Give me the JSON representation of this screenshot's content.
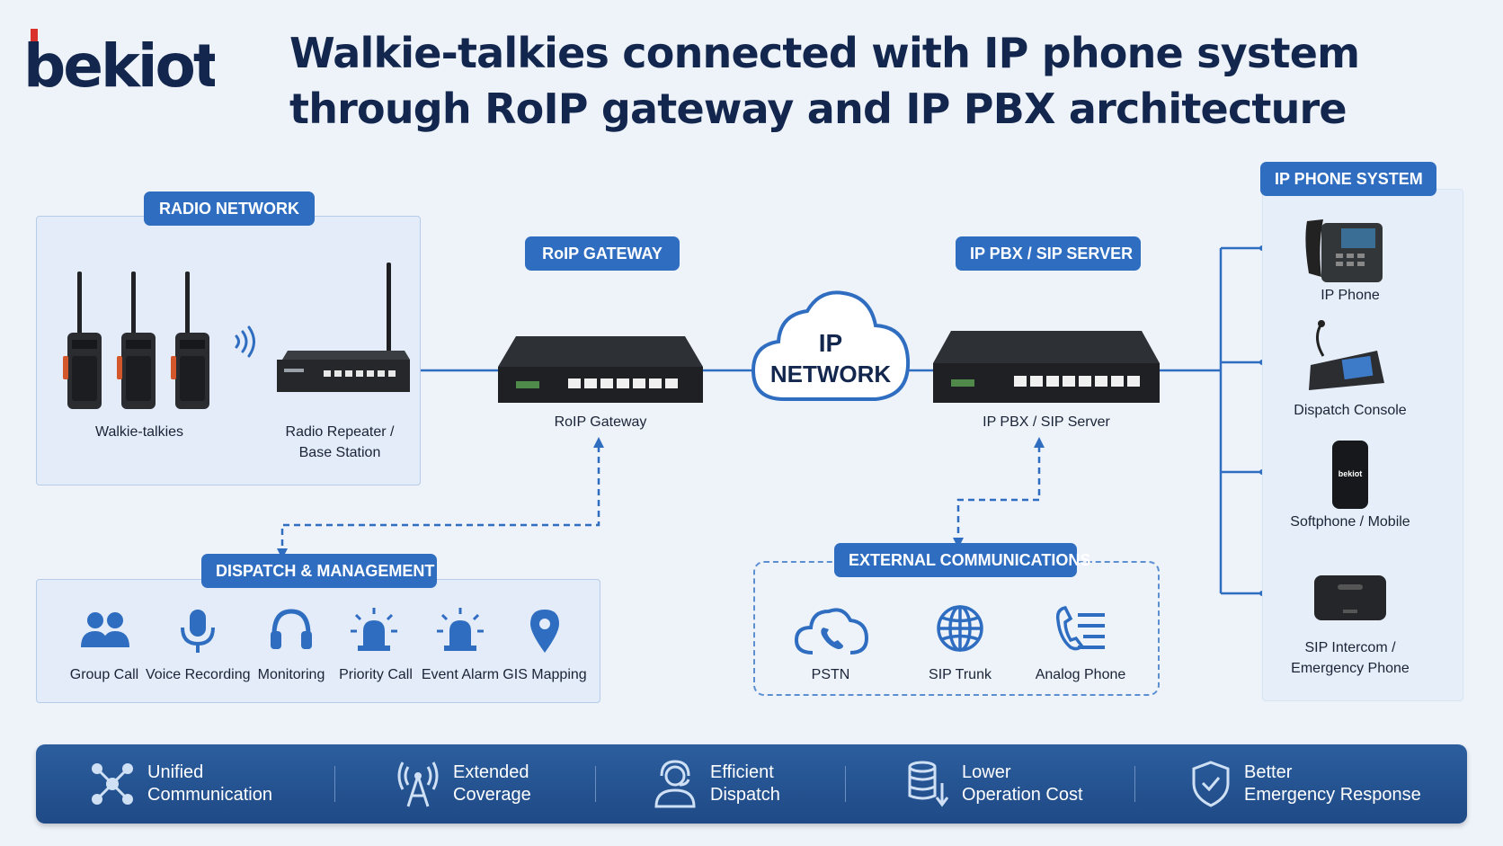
{
  "logo": {
    "text": "bekiot"
  },
  "title": {
    "line1": "Walkie-talkies connected with IP phone system",
    "line2": "through RoIP gateway and IP PBX architecture"
  },
  "sections": {
    "radio_network": "RADIO NETWORK",
    "roip_gateway": "RoIP GATEWAY",
    "ip_pbx": "IP PBX / SIP SERVER",
    "ip_phone_system": "IP PHONE SYSTEM",
    "dispatch_management": "DISPATCH & MANAGEMENT",
    "external_communications": "EXTERNAL COMMUNICATIONS"
  },
  "devices": {
    "walkie_talkies": "Walkie-talkies",
    "repeater_line1": "Radio Repeater /",
    "repeater_line2": "Base Station",
    "roip_gateway": "RoIP Gateway",
    "cloud_line1": "IP",
    "cloud_line2": "NETWORK",
    "ip_pbx": "IP PBX / SIP Server"
  },
  "phone_system": {
    "ip_phone": "IP Phone",
    "dispatch_console": "Dispatch Console",
    "softphone": "Softphone / Mobile",
    "softphone_brand": "bekiot",
    "intercom_line1": "SIP Intercom /",
    "intercom_line2": "Emergency Phone"
  },
  "dispatch_features": [
    {
      "icon": "group-call-icon",
      "label": "Group Call"
    },
    {
      "icon": "microphone-icon",
      "label": "Voice Recording"
    },
    {
      "icon": "headset-icon",
      "label": "Monitoring"
    },
    {
      "icon": "siren-icon",
      "label": "Priority Call"
    },
    {
      "icon": "alarm-icon",
      "label": "Event Alarm"
    },
    {
      "icon": "map-pin-icon",
      "label": "GIS Mapping"
    }
  ],
  "external": [
    {
      "icon": "cloud-phone-icon",
      "label": "PSTN"
    },
    {
      "icon": "globe-icon",
      "label": "SIP Trunk"
    },
    {
      "icon": "analog-phone-icon",
      "label": "Analog Phone"
    }
  ],
  "benefits": [
    {
      "icon": "network-nodes-icon",
      "line1": "Unified",
      "line2": "Communication"
    },
    {
      "icon": "antenna-tower-icon",
      "line1": "Extended",
      "line2": "Coverage"
    },
    {
      "icon": "operator-icon",
      "line1": "Efficient",
      "line2": "Dispatch"
    },
    {
      "icon": "coins-down-icon",
      "line1": "Lower",
      "line2": "Operation Cost"
    },
    {
      "icon": "shield-check-icon",
      "line1": "Better",
      "line2": "Emergency Response"
    }
  ],
  "colors": {
    "accent": "#2f6dc1",
    "title": "#13264d",
    "bar": "#1f4a86",
    "logo_red": "#d9312b"
  }
}
